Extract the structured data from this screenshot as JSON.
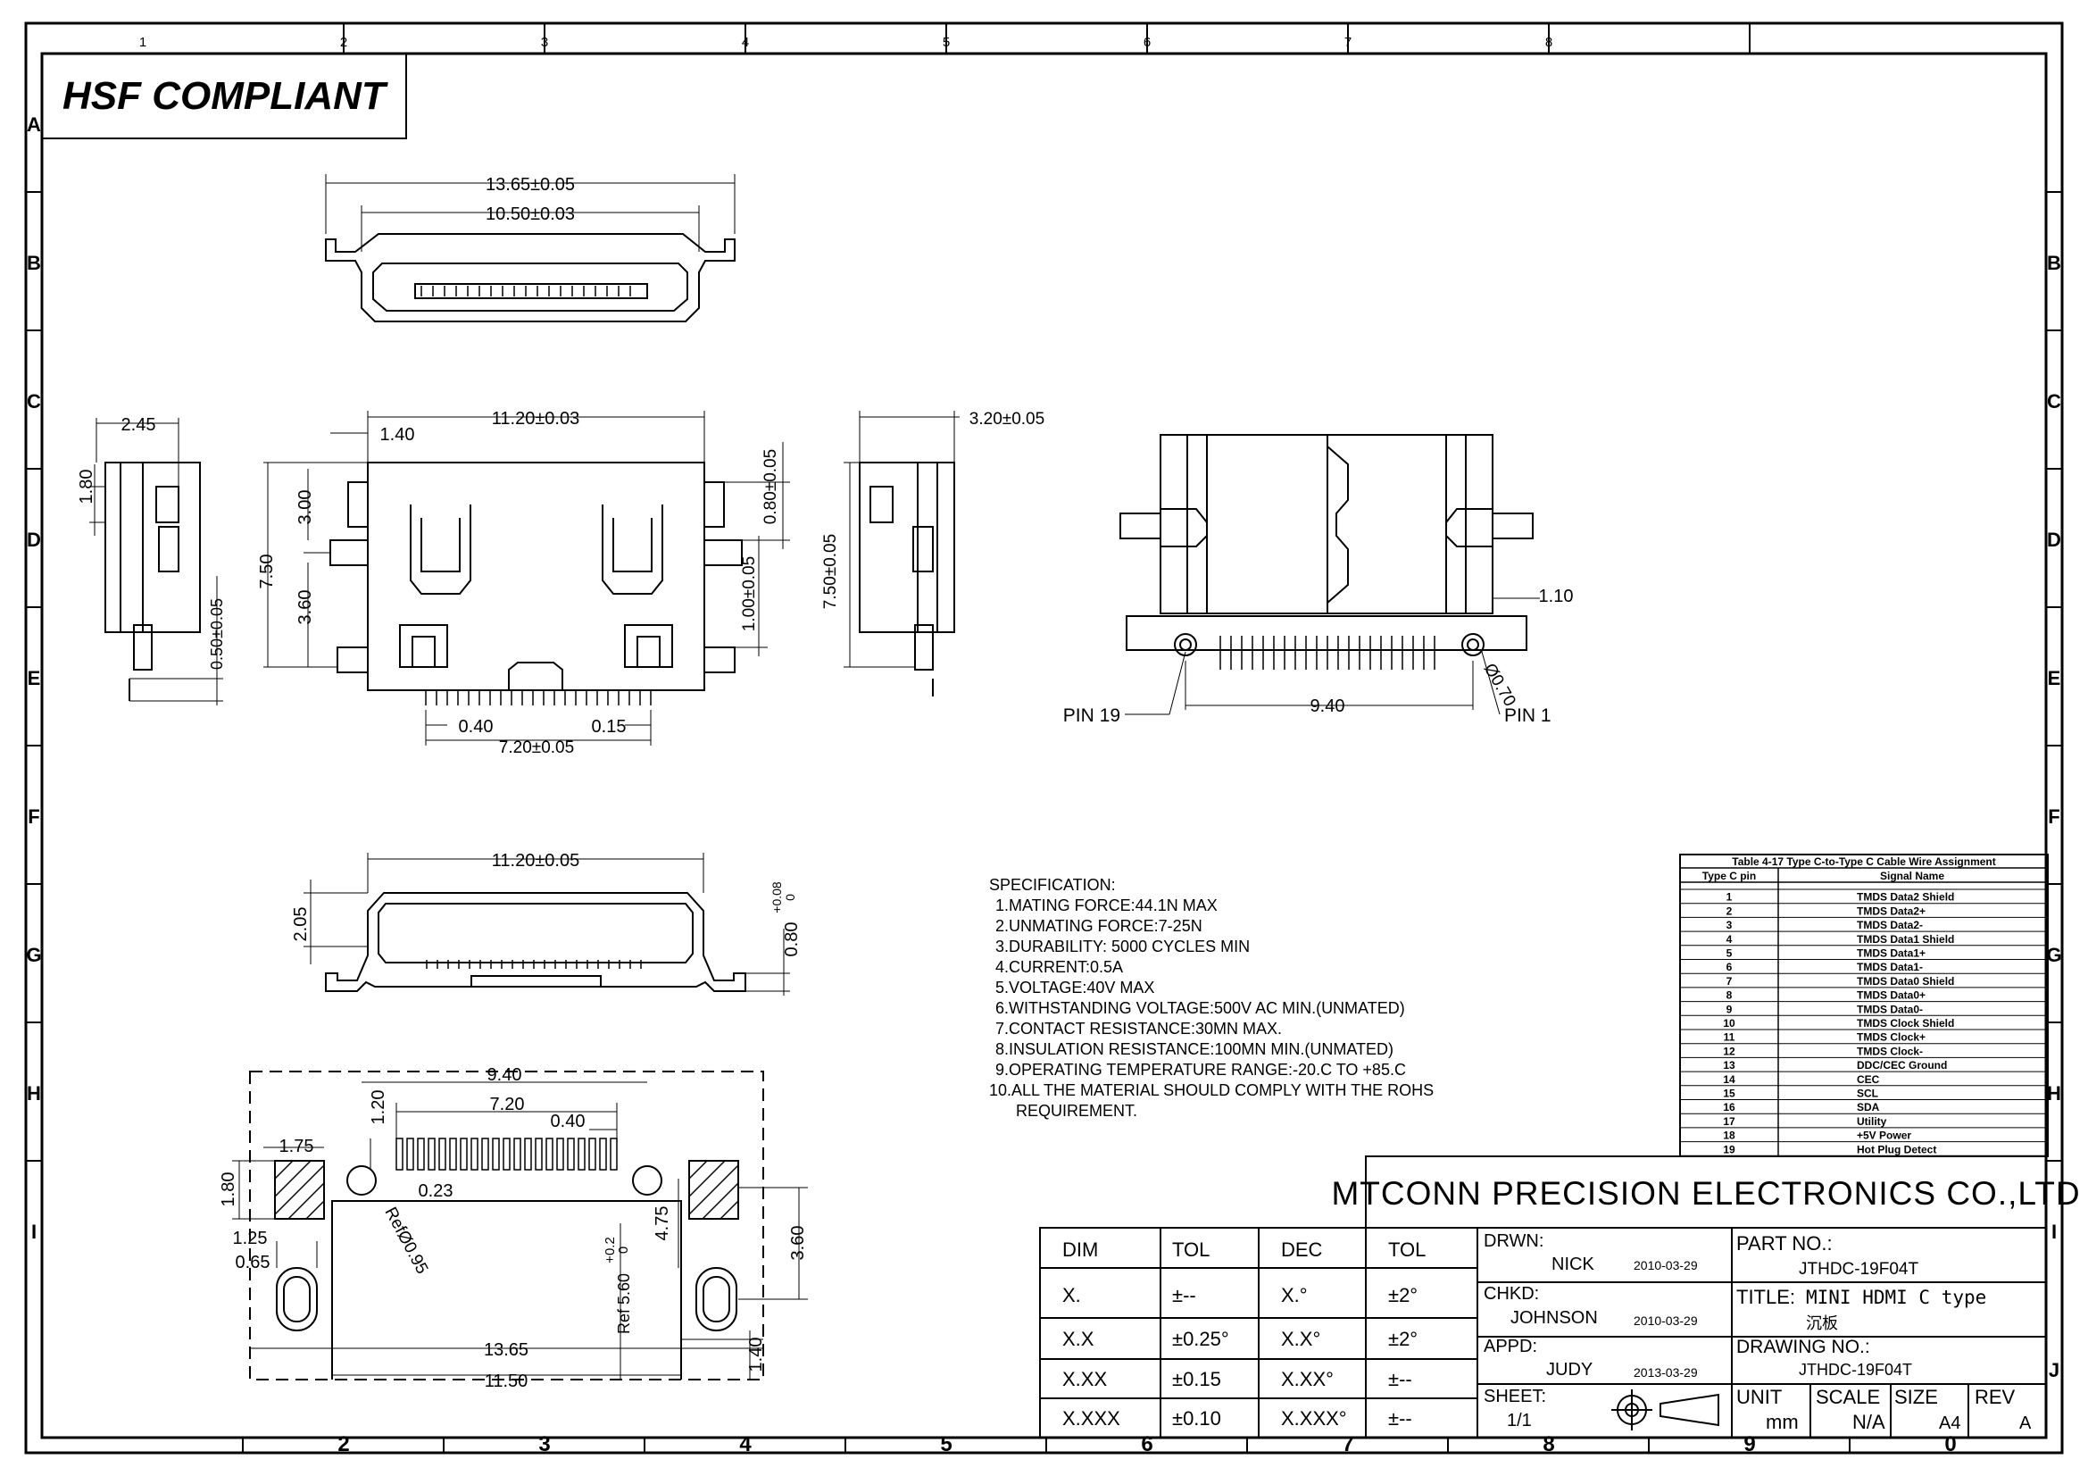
{
  "border": {
    "top_numbers": [
      "1",
      "2",
      "3",
      "4",
      "5",
      "6",
      "7",
      "8"
    ],
    "bottom_numbers": [
      "2",
      "3",
      "4",
      "5",
      "6",
      "7",
      "8",
      "9",
      "0"
    ],
    "left_letters": [
      "A",
      "B",
      "C",
      "D",
      "E",
      "F",
      "G",
      "H",
      "I"
    ],
    "right_letters": [
      "B",
      "C",
      "D",
      "E",
      "F",
      "G",
      "H",
      "I",
      "J"
    ]
  },
  "badge": "HSF COMPLIANT",
  "dims": {
    "top_w1": "13.65±0.05",
    "top_w2": "10.50±0.03",
    "side_245": "2.45",
    "side_180": "1.80",
    "side_050": "0.50±0.05",
    "front_w": "11.20±0.03",
    "front_140": "1.40",
    "front_750": "7.50",
    "front_300": "3.00",
    "front_360": "3.60",
    "front_080": "0.80±0.05",
    "front_100": "1.00±0.05",
    "front_040": "0.40",
    "front_015": "0.15",
    "front_720": "7.20±0.05",
    "rside_320": "3.20±0.05",
    "rside_750": "7.50±0.05",
    "back_110": "1.10",
    "back_940": "9.40",
    "back_070": "Ø0.70",
    "pin19": "PIN 19",
    "pin1": "PIN 1",
    "bot_w": "11.20±0.05",
    "bot_205": "2.05",
    "bot_080": "0.80",
    "bot_tol_plus": "+0.08",
    "bot_tol_zero": "0",
    "pcb_940": "9.40",
    "pcb_720": "7.20",
    "pcb_040": "0.40",
    "pcb_120": "1.20",
    "pcb_175": "1.75",
    "pcb_180": "1.80",
    "pcb_023": "0.23",
    "pcb_125": "1.25",
    "pcb_065": "0.65",
    "pcb_ref095": "RefØ0.95",
    "pcb_ref560": "Ref 5.60",
    "pcb_tol_plus": "+0.2",
    "pcb_tol_zero": "0",
    "pcb_475": "4.75",
    "pcb_360": "3.60",
    "pcb_140": "1.40",
    "pcb_1365": "13.65",
    "pcb_1150": "11.50"
  },
  "spec": {
    "title": "SPECIFICATION:",
    "items": [
      "1.MATING FORCE:44.1N MAX",
      "2.UNMATING FORCE:7-25N",
      "3.DURABILITY: 5000 CYCLES MIN",
      "4.CURRENT:0.5A",
      "5.VOLTAGE:40V MAX",
      "6.WITHSTANDING VOLTAGE:500V AC MIN.(UNMATED)",
      "7.CONTACT RESISTANCE:30MN MAX.",
      "8.INSULATION RESISTANCE:100MN MIN.(UNMATED)",
      "9.OPERATING TEMPERATURE RANGE:-20.C TO +85.C",
      "10.ALL THE MATERIAL SHOULD COMPLY WITH THE ROHS",
      "REQUIREMENT."
    ]
  },
  "pin_table": {
    "title": "Table 4-17 Type C-to-Type C Cable Wire Assignment",
    "headers": [
      "Type C pin",
      "Signal Name"
    ],
    "rows": [
      [
        "1",
        "TMDS Data2 Shield"
      ],
      [
        "2",
        "TMDS Data2+"
      ],
      [
        "3",
        "TMDS Data2-"
      ],
      [
        "4",
        "TMDS Data1 Shield"
      ],
      [
        "5",
        "TMDS Data1+"
      ],
      [
        "6",
        "TMDS Data1-"
      ],
      [
        "7",
        "TMDS Data0 Shield"
      ],
      [
        "8",
        "TMDS Data0+"
      ],
      [
        "9",
        "TMDS Data0-"
      ],
      [
        "10",
        "TMDS Clock Shield"
      ],
      [
        "11",
        "TMDS Clock+"
      ],
      [
        "12",
        "TMDS Clock-"
      ],
      [
        "13",
        "DDC/CEC Ground"
      ],
      [
        "14",
        "CEC"
      ],
      [
        "15",
        "SCL"
      ],
      [
        "16",
        "SDA"
      ],
      [
        "17",
        "Utility"
      ],
      [
        "18",
        "+5V Power"
      ],
      [
        "19",
        "Hot Plug Detect"
      ]
    ]
  },
  "company": "MTCONN PRECISION ELECTRONICS CO.,LTD",
  "tol_table": {
    "headers": [
      "DIM",
      "TOL",
      "DEC",
      "TOL"
    ],
    "rows": [
      [
        "X.",
        "±--",
        "X.°",
        "±2°"
      ],
      [
        "X.X",
        "±0.25°",
        "X.X°",
        "±2°"
      ],
      [
        "X.XX",
        "±0.15",
        "X.XX°",
        "±--"
      ],
      [
        "X.XXX",
        "±0.10",
        "X.XXX°",
        "±--"
      ]
    ]
  },
  "title_block": {
    "drwn_label": "DRWN:",
    "drwn_name": "NICK",
    "drwn_date": "2010-03-29",
    "chkd_label": "CHKD:",
    "chkd_name": "JOHNSON",
    "chkd_date": "2010-03-29",
    "appd_label": "APPD:",
    "appd_name": "JUDY",
    "appd_date": "2013-03-29",
    "sheet_label": "SHEET:",
    "sheet_value": "1/1",
    "part_label": "PART NO.:",
    "part_value": "JTHDC-19F04T",
    "title_label": "TITLE:",
    "title_value": "MINI HDMI C type",
    "title_sub": "沉板",
    "dwg_label": "DRAWING NO.:",
    "dwg_value": "JTHDC-19F04T",
    "unit_label": "UNIT",
    "unit_value": "mm",
    "scale_label": "SCALE",
    "scale_value": "N/A",
    "size_label": "SIZE",
    "size_value": "A4",
    "rev_label": "REV",
    "rev_value": "A"
  }
}
